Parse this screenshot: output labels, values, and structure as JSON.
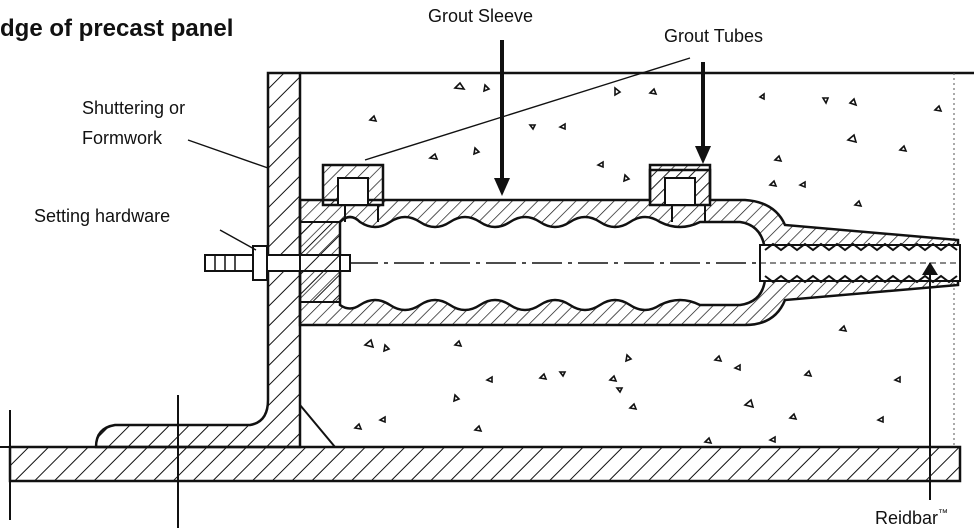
{
  "title": "dge of precast panel",
  "labels": {
    "grout_sleeve": "Grout Sleeve",
    "grout_tubes": "Grout Tubes",
    "shuttering_line1": "Shuttering or",
    "shuttering_line2": "Formwork",
    "setting_hardware": "Setting hardware",
    "reidbar": "Reidbar",
    "trademark": "™"
  },
  "colors": {
    "ink": "#111111",
    "paper": "#ffffff"
  }
}
